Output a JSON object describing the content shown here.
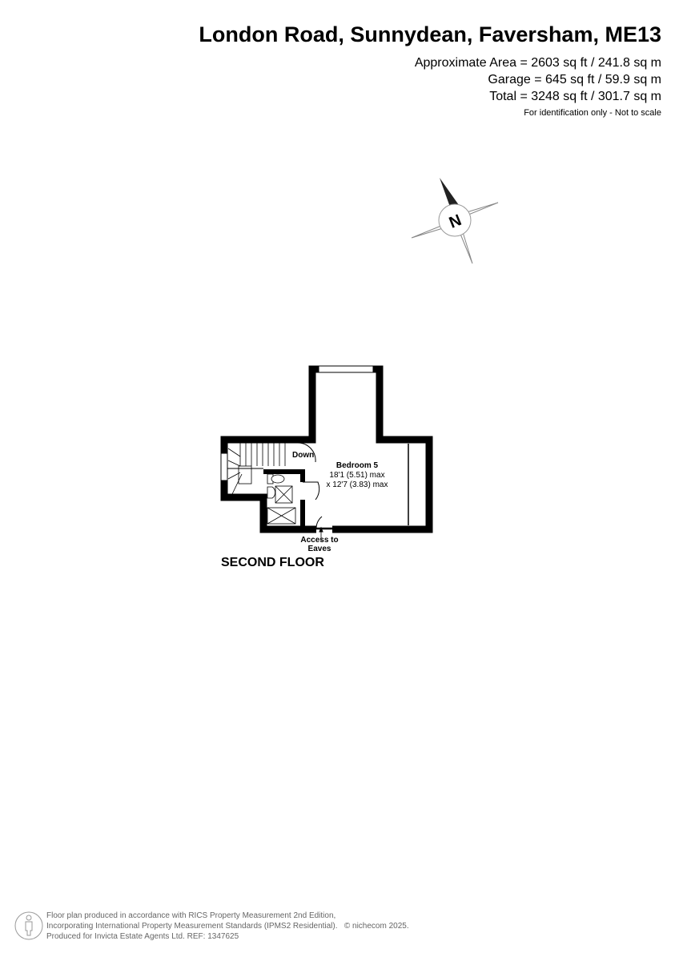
{
  "header": {
    "title": "London Road, Sunnydean, Faversham, ME13",
    "areas": [
      "Approximate Area = 2603 sq ft / 241.8 sq m",
      "Garage = 645 sq ft / 59.9 sq m",
      "Total = 3248 sq ft / 301.7 sq m"
    ],
    "note": "For identification only - Not to scale"
  },
  "compass": {
    "label": "N",
    "icon": "compass-north-icon"
  },
  "plan": {
    "stairs_label": "Down",
    "room": {
      "name": "Bedroom 5",
      "dim1": "18'1 (5.51) max",
      "dim2": "x 12'7 (3.83) max"
    },
    "access_line1": "Access to",
    "access_line2": "Eaves",
    "floor_label": "SECOND FLOOR"
  },
  "footer": {
    "line1": "Floor plan produced in accordance with RICS Property Measurement 2nd Edition,",
    "line2": "Incorporating International Property Measurement Standards (IPMS2 Residential).",
    "copyright": "© nichecom 2025.",
    "line3": "Produced for Invicta Estate Agents Ltd.  REF:  1347625"
  }
}
